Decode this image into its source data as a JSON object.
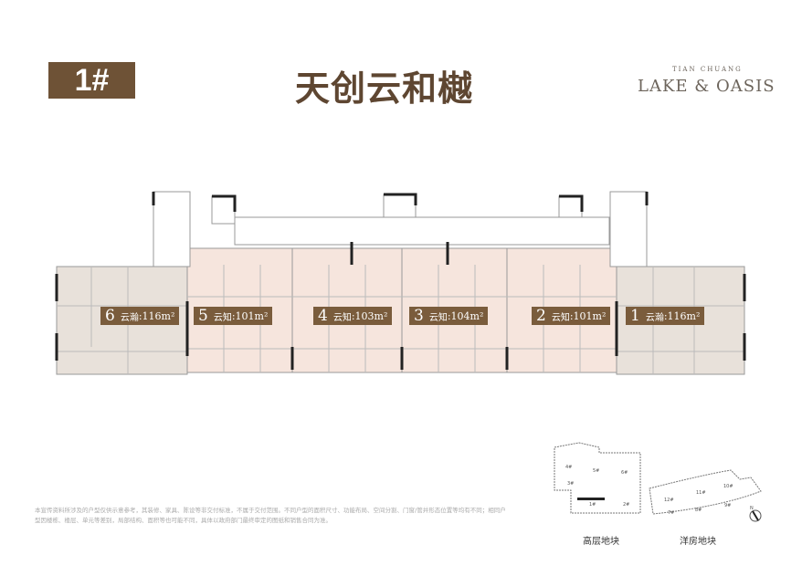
{
  "header": {
    "building_badge": "1#",
    "title": "天创云和樾",
    "brand_sub": "TIAN CHUANG",
    "brand_main": "LAKE & OASIS"
  },
  "colors": {
    "brand_brown": "#6e5236",
    "unit_pink": "#f6e5dd",
    "unit_grey": "#e8e1da"
  },
  "units": [
    {
      "num": "6",
      "name": "云瀚",
      "area": "116m²"
    },
    {
      "num": "5",
      "name": "云知",
      "area": "101m²"
    },
    {
      "num": "4",
      "name": "云知",
      "area": "103m²"
    },
    {
      "num": "3",
      "name": "云知",
      "area": "104m²"
    },
    {
      "num": "2",
      "name": "云知",
      "area": "101m²"
    },
    {
      "num": "1",
      "name": "云瀚",
      "area": "116m²"
    }
  ],
  "site_map": {
    "highrise_label": "高层地块",
    "villa_label": "洋房地块",
    "highrise_buildings": [
      "4#",
      "5#",
      "6#",
      "3#",
      "1#",
      "2#"
    ],
    "villa_buildings": [
      "12#",
      "11#",
      "10#",
      "7#",
      "8#",
      "9#"
    ],
    "north": "N"
  },
  "disclaimer": "本宣传资料所涉及的户型仅供示意参考，其装修、家具、陈设等非交付标准，不属于交付范围。不同户型的面积尺寸、功能布局、空间分割、门窗/管井形态位置等均有不同；相同户型因楼栋、楼层、单元等差别，局部结构、面积等也可能不同，具体以政府部门最终审定的图纸和销售合同为准。"
}
